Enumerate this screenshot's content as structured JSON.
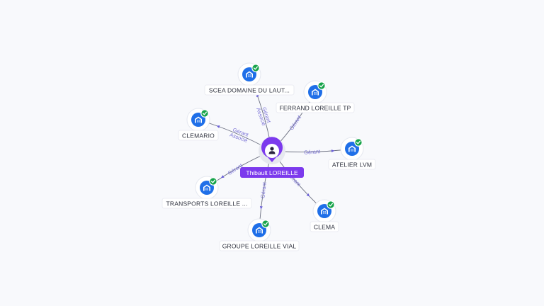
{
  "center": {
    "name": "Thibault LOREILLE",
    "icon": "person-icon",
    "color": "#7c3aed"
  },
  "companies": [
    {
      "id": "scea",
      "label": "SCEA DOMAINE DU LAUT...",
      "icon": "building-icon",
      "verified": true
    },
    {
      "id": "ferrand",
      "label": "FERRAND LOREILLE TP",
      "icon": "building-icon",
      "verified": true
    },
    {
      "id": "clemario",
      "label": "CLEMARIO",
      "icon": "building-icon",
      "verified": true
    },
    {
      "id": "atelier",
      "label": "ATELIER LVM",
      "icon": "building-icon",
      "verified": true
    },
    {
      "id": "transports",
      "label": "TRANSPORTS LOREILLE ...",
      "icon": "building-icon",
      "verified": true
    },
    {
      "id": "clema",
      "label": "CLEMA",
      "icon": "building-icon",
      "verified": true
    },
    {
      "id": "groupe",
      "label": "GROUPE LOREILLE VIAL",
      "icon": "building-icon",
      "verified": true
    }
  ],
  "relations": [
    {
      "to": "scea",
      "roles": [
        "Gérant",
        "Associé"
      ]
    },
    {
      "to": "ferrand",
      "roles": [
        "Gérant"
      ]
    },
    {
      "to": "clemario",
      "roles": [
        "Gérant",
        "Associé"
      ]
    },
    {
      "to": "atelier",
      "roles": [
        "Gérant"
      ]
    },
    {
      "to": "transports",
      "roles": [
        "Gérant"
      ]
    },
    {
      "to": "clema",
      "roles": [
        "Gérant"
      ]
    },
    {
      "to": "groupe",
      "roles": [
        "Gérant"
      ]
    }
  ],
  "colors": {
    "company": "#1f6fe8",
    "verified": "#16a34a",
    "edge": "#6b6f80",
    "edge_label": "#7a72d6"
  }
}
